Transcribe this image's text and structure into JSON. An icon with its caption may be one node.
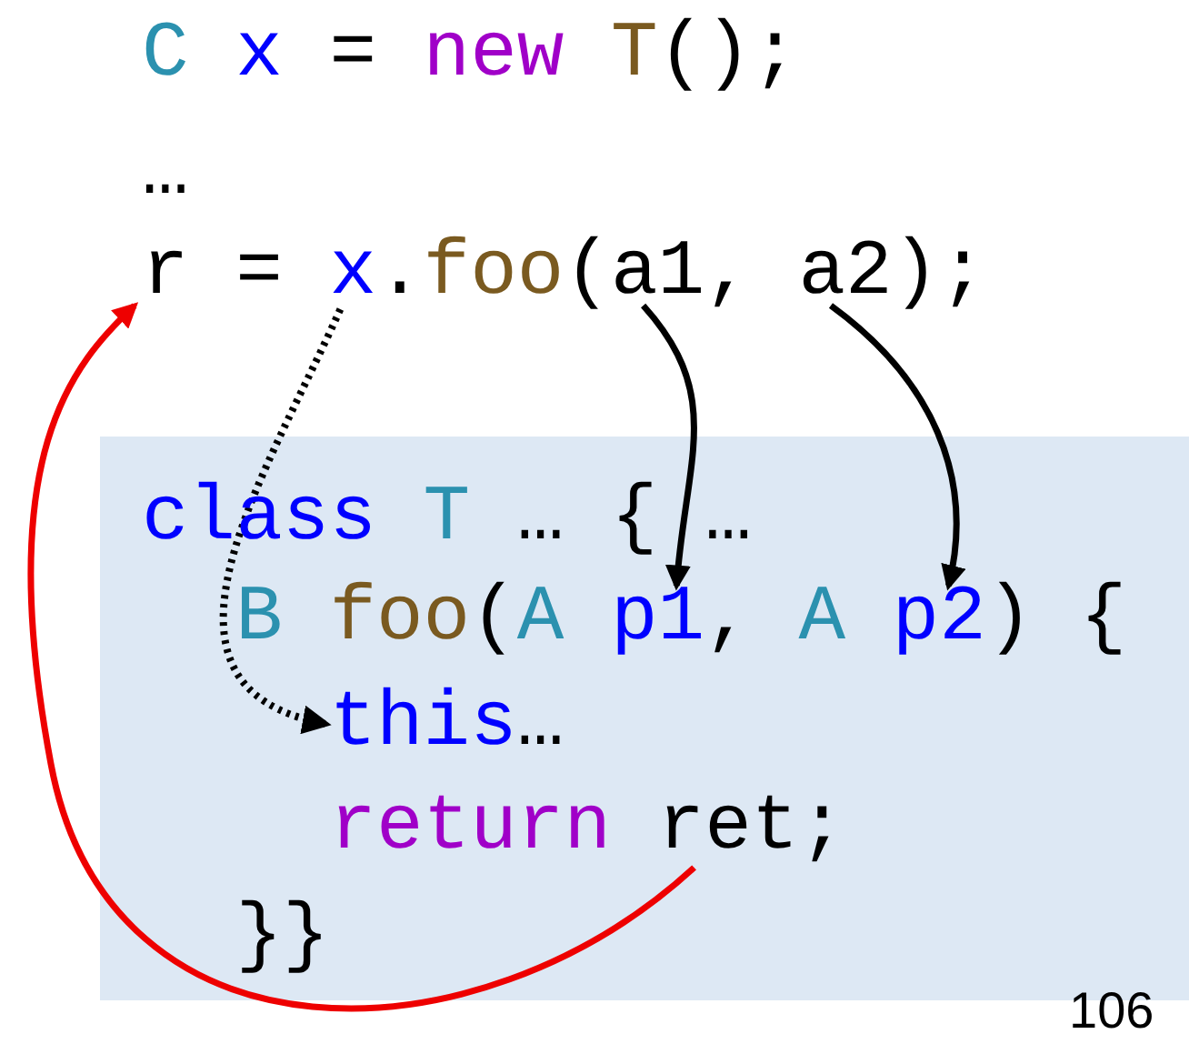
{
  "diagram": {
    "nodes": [
      {
        "text": [
          "r"
        ]
      },
      {
        "text": [
          "x"
        ]
      },
      {
        "text": [
          "a1"
        ]
      },
      {
        "text": [
          "a2"
        ]
      },
      {
        "text": [],
        "shape": "box"
      },
      {
        "text": [
          "p1"
        ],
        "in": 4
      },
      {
        "text": [
          "p2"
        ],
        "in": 4
      },
      {
        "text": [
          "this"
        ],
        "in": 4
      },
      {
        "text": [
          "ret"
        ],
        "in": 4
      }
    ],
    "edges": [
      {
        "from": 1,
        "to": 7,
        "arrow": "to",
        "style": "dashed"
      },
      {
        "from": 2,
        "to": 5,
        "arrow": "to"
      },
      {
        "from": 3,
        "to": 6,
        "arrow": "to"
      },
      {
        "from": 8,
        "to": 0,
        "arrow": "to",
        "color": "#ee0000"
      }
    ],
    "labels": [
      "C",
      "x",
      "=",
      "new",
      "T",
      "();",
      "…",
      "=",
      ".",
      "foo",
      "(",
      ",",
      ");",
      "class",
      "T",
      "…",
      "{",
      "…",
      "B",
      "foo",
      "(",
      "A",
      ",",
      "A",
      ")",
      "{",
      "…",
      "return",
      ";",
      "}}",
      "106"
    ]
  }
}
